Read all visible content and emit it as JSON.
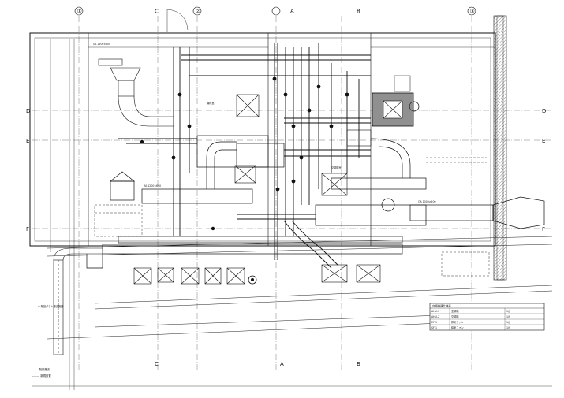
{
  "grid": {
    "top": [
      "①",
      "C",
      "②",
      "A",
      "B",
      "③"
    ],
    "bottom": [
      "C",
      "A",
      "B"
    ],
    "left": [
      "D",
      "E",
      "F"
    ],
    "right": [
      "D",
      "E",
      "F"
    ]
  },
  "legend": {
    "line1": "-------  既設撤去",
    "line2": "———  新規設置"
  },
  "equipment_table": {
    "title": "空調機器仕様表",
    "rows": [
      [
        "AHU-1",
        "空調機",
        "1台"
      ],
      [
        "AHU-2",
        "空調機",
        "1台"
      ],
      [
        "EF-1",
        "排気ファン",
        "1台"
      ],
      [
        "SF-1",
        "給気ファン",
        "1台"
      ]
    ]
  },
  "labels": {
    "duct_top": "SA 1500×800",
    "duct_mid": "RA 1200×600",
    "duct_right": "OA 1000×500",
    "room1": "機械室",
    "room2": "空調機室",
    "note_left": "※ 既設ダクト撤去範囲"
  },
  "colors": {
    "line": "#1a1a1a",
    "hatch": "#444444",
    "background": "#ffffff"
  }
}
